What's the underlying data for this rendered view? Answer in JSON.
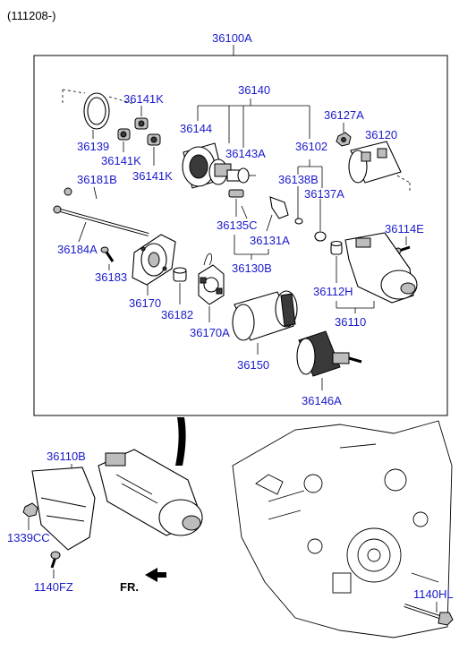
{
  "header": {
    "code": "(111208-)"
  },
  "labels": {
    "assembly": "36100A",
    "l36140": "36140",
    "l36141k_a": "36141K",
    "l36141k_b": "36141K",
    "l36141k_c": "36141K",
    "l36139": "36139",
    "l36144": "36144",
    "l36143a": "36143A",
    "l36102": "36102",
    "l36127a": "36127A",
    "l36120": "36120",
    "l36181b": "36181B",
    "l36138b": "36138B",
    "l36137a": "36137A",
    "l36135c": "36135C",
    "l36131a": "36131A",
    "l36114e": "36114E",
    "l36184a": "36184A",
    "l36130b": "36130B",
    "l36183": "36183",
    "l36112h": "36112H",
    "l36170": "36170",
    "l36182": "36182",
    "l36110": "36110",
    "l36170a": "36170A",
    "l36150": "36150",
    "l36146a": "36146A",
    "l36110b": "36110B",
    "l1339cc": "1339CC",
    "l1140fz": "1140FZ",
    "l1140hl": "1140HL",
    "fr": "FR."
  }
}
